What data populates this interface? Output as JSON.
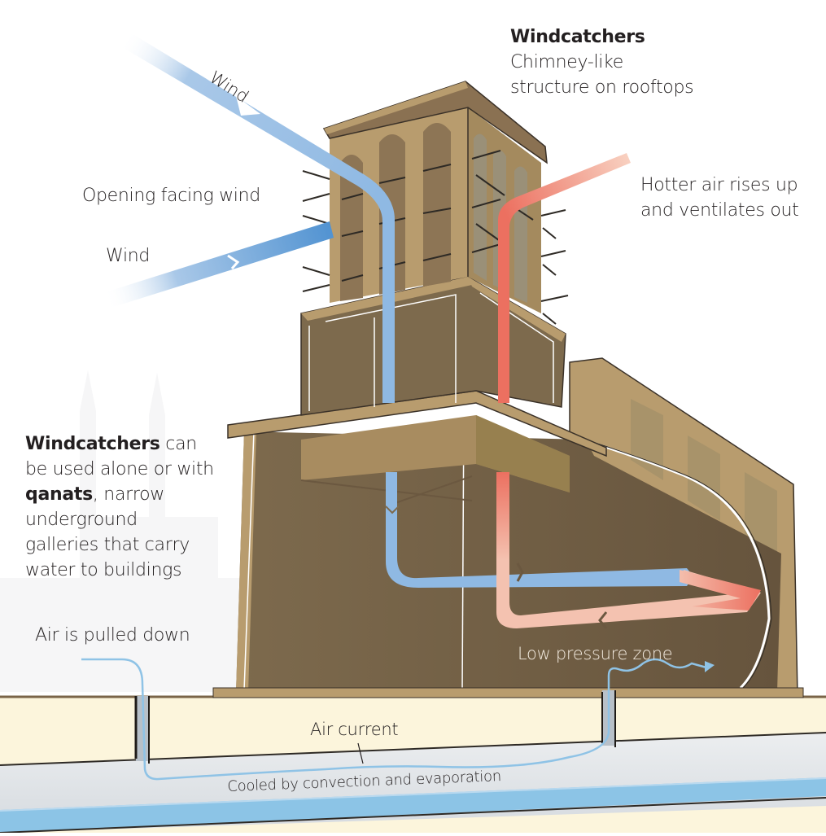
{
  "diagram": {
    "title": "Windcatchers",
    "subtitle_lines": [
      "Chimney-like",
      "structure on rooftops"
    ],
    "labels": {
      "wind_top": "Wind",
      "wind_lower": "Wind",
      "opening_facing_wind": "Opening facing wind",
      "hotter_air_line1": "Hotter air rises up",
      "hotter_air_line2": "and ventilates out",
      "air_pulled_down": "Air is pulled down",
      "low_pressure_zone": "Low pressure zone",
      "air_current": "Air current",
      "cooled_by": "Cooled by convection and evaporation"
    },
    "qanat_note": {
      "bold1": "Windcatchers",
      "text1": " can",
      "line2": "be used alone or with",
      "bold2": "qanats",
      "text2": ", narrow",
      "line4": "underground",
      "line5": "galleries that carry",
      "line6": "water to buildings"
    },
    "colors": {
      "cool_air": "#8fb9e3",
      "cool_air_dark": "#4b8fd0",
      "hot_air": "#f4c2b0",
      "hot_air_dark": "#ec7060",
      "building_light": "#b89c6e",
      "building_mid": "#8e7450",
      "building_dark": "#6b5840",
      "interior": "#7d6a4d",
      "ground": "#fcf5dc",
      "tunnel": "#d8dde2",
      "water": "#8cc4e6",
      "text": "#231f20"
    }
  }
}
